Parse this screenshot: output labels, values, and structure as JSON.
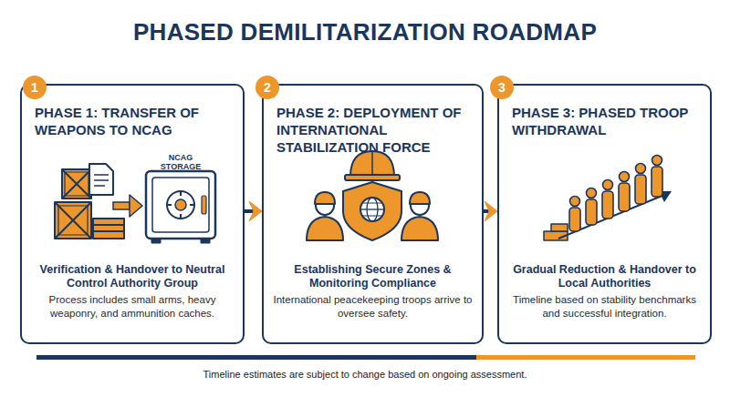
{
  "diagram": {
    "title": "PHASED DEMILITARIZATION ROADMAP",
    "caption": "Timeline estimates are subject to change based on ongoing assessment.",
    "nodes": [
      {
        "text": [
          "PHASE 1: TRANSFER OF WEAPONS TO NCAG",
          "Verification & Handover to Neutral Control Authority Group",
          "Process includes small arms, heavy weaponry, and ammunition caches."
        ]
      },
      {
        "text": [
          "PHASE 2: DEPLOYMENT OF INTERNATIONAL STABILIZATION FORCE",
          "Establishing Secure Zones & Monitoring Compliance",
          "International peacekeeping troops arrive to oversee safety."
        ]
      },
      {
        "text": [
          "PHASE 3: PHASED TROOP WITHDRAWAL",
          "Gradual Reduction & Handover to Local Authorities",
          "Timeline based on stability benchmarks and successful integration."
        ]
      }
    ],
    "edges": [
      {
        "from": 0,
        "to": 1,
        "arrow": "to"
      },
      {
        "from": 1,
        "to": 2,
        "arrow": "to"
      }
    ],
    "labels": [
      "1",
      "2",
      "3",
      "NCAG STORAGE"
    ]
  }
}
